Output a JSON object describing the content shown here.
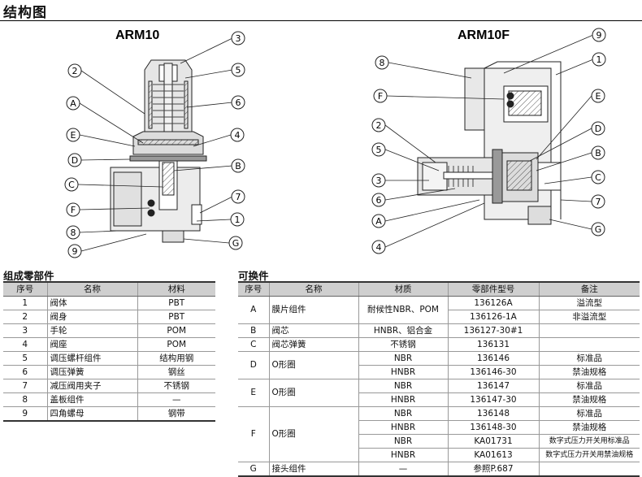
{
  "heading": "结构图",
  "drawing_left": {
    "title": "ARM10",
    "callouts": [
      "3",
      "2",
      "5",
      "A",
      "6",
      "E",
      "4",
      "D",
      "B",
      "C",
      "7",
      "F",
      "1",
      "8",
      "9",
      "G"
    ]
  },
  "drawing_right": {
    "title": "ARM10F",
    "callouts": [
      "9",
      "8",
      "1",
      "F",
      "E",
      "2",
      "D",
      "5",
      "B",
      "3",
      "C",
      "6",
      "7",
      "A",
      "G",
      "4"
    ]
  },
  "parts": {
    "title": "组成零部件",
    "headers": [
      "序号",
      "名称",
      "材料"
    ],
    "rows": [
      {
        "no": "1",
        "name": "阀体",
        "material": "PBT"
      },
      {
        "no": "2",
        "name": "阀身",
        "material": "PBT"
      },
      {
        "no": "3",
        "name": "手轮",
        "material": "POM"
      },
      {
        "no": "4",
        "name": "阀座",
        "material": "POM"
      },
      {
        "no": "5",
        "name": "调压螺杆组件",
        "material": "结构用钢"
      },
      {
        "no": "6",
        "name": "调压弹簧",
        "material": "钢丝"
      },
      {
        "no": "7",
        "name": "减压阀用夹子",
        "material": "不锈钢"
      },
      {
        "no": "8",
        "name": "盖板组件",
        "material": "—"
      },
      {
        "no": "9",
        "name": "四角螺母",
        "material": "钢带"
      }
    ]
  },
  "replaceable": {
    "title": "可换件",
    "headers": [
      "序号",
      "名称",
      "材质",
      "零部件型号",
      "备注"
    ],
    "a": {
      "no": "A",
      "name": "膜片组件",
      "material": "耐候性NBR、POM",
      "p1": "136126A",
      "r1": "溢流型",
      "p2": "136126-1A",
      "r2": "非溢流型"
    },
    "b": {
      "no": "B",
      "name": "阀芯",
      "material": "HNBR、铝合金",
      "part": "136127-30#1",
      "remark": ""
    },
    "c": {
      "no": "C",
      "name": "阀芯弹簧",
      "material": "不锈钢",
      "part": "136131",
      "remark": ""
    },
    "d": {
      "no": "D",
      "name": "O形圈",
      "m1": "NBR",
      "p1": "136146",
      "r1": "标准品",
      "m2": "HNBR",
      "p2": "136146-30",
      "r2": "禁油规格"
    },
    "e": {
      "no": "E",
      "name": "O形圈",
      "m1": "NBR",
      "p1": "136147",
      "r1": "标准品",
      "m2": "HNBR",
      "p2": "136147-30",
      "r2": "禁油规格"
    },
    "f": {
      "no": "F",
      "name": "O形圈",
      "rows": [
        {
          "m": "NBR",
          "p": "136148",
          "r": "标准品"
        },
        {
          "m": "HNBR",
          "p": "136148-30",
          "r": "禁油规格"
        },
        {
          "m": "NBR",
          "p": "KA01731",
          "r": "数字式压力开关用标准品"
        },
        {
          "m": "HNBR",
          "p": "KA01613",
          "r": "数字式压力开关用禁油规格"
        }
      ]
    },
    "g": {
      "no": "G",
      "name": "接头组件",
      "material": "—",
      "part": "参照P.687",
      "remark": ""
    }
  }
}
